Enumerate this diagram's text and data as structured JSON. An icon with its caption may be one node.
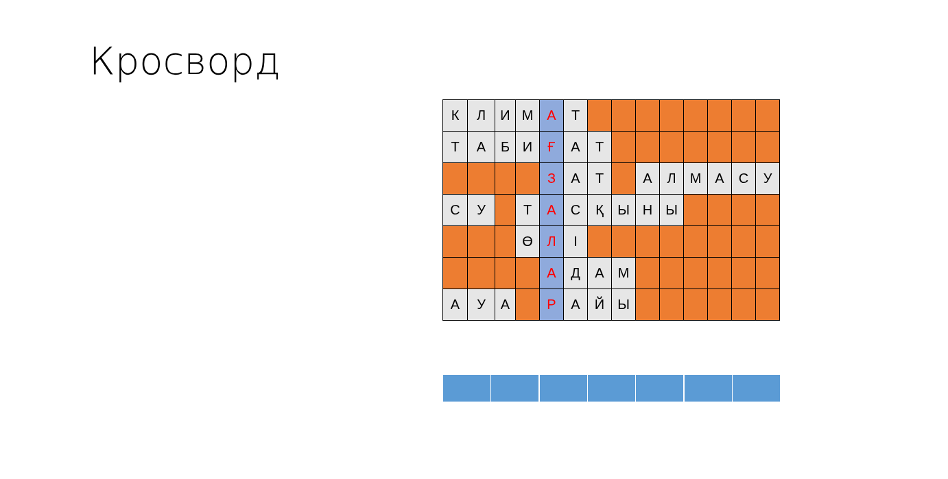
{
  "diagram": {
    "title": "Кросворд",
    "labels": [
      "К",
      "Л",
      "И",
      "М",
      "А",
      "Т",
      "Т",
      "А",
      "Б",
      "И",
      "Ғ",
      "А",
      "Т",
      "З",
      "А",
      "Т",
      "А",
      "Л",
      "М",
      "А",
      "С",
      "У",
      "С",
      "У",
      "Т",
      "А",
      "С",
      "Қ",
      "Ы",
      "Н",
      "Ы",
      "Ө",
      "Л",
      "І",
      "А",
      "Д",
      "А",
      "М",
      "А",
      "У",
      "А",
      "Р",
      "А",
      "Й",
      "Ы"
    ]
  }
}
